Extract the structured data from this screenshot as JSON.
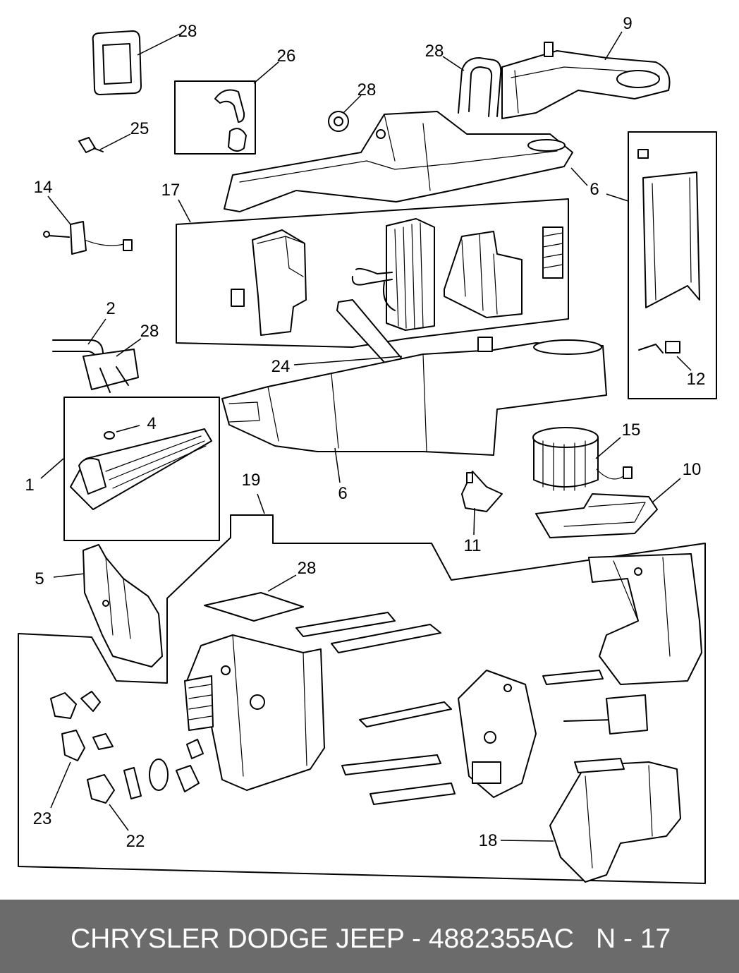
{
  "callouts": [
    "28",
    "26",
    "28",
    "28",
    "9",
    "25",
    "14",
    "17",
    "6",
    "2",
    "28",
    "24",
    "12",
    "4",
    "15",
    "1",
    "10",
    "19",
    "6",
    "11",
    "5",
    "28",
    "23",
    "22",
    "18"
  ],
  "footer": {
    "left": "CHRYSLER DODGE JEEP - 4882355AC",
    "right": "N - 17"
  },
  "colors": {
    "footer_bg": "#6b6b6b",
    "footer_text": "#ffffff",
    "line": "#000000"
  }
}
